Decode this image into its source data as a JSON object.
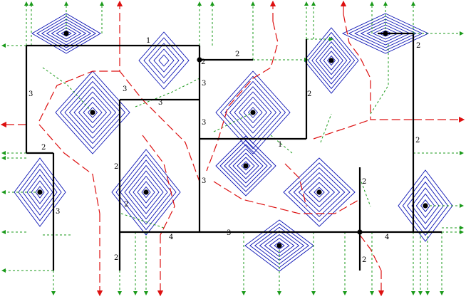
{
  "colors": {
    "wall": "#000000",
    "contour": "#0a12b4",
    "flow_primary": "#1a9a1a",
    "flow_secondary": "#dd1010"
  },
  "wall_labels": [
    "1",
    "2",
    "2",
    "2",
    "3",
    "3",
    "3",
    "3",
    "3",
    "3",
    "3",
    "2",
    "2",
    "2",
    "2",
    "2",
    "2",
    "3",
    "4",
    "4",
    "1",
    "2",
    "2"
  ]
}
